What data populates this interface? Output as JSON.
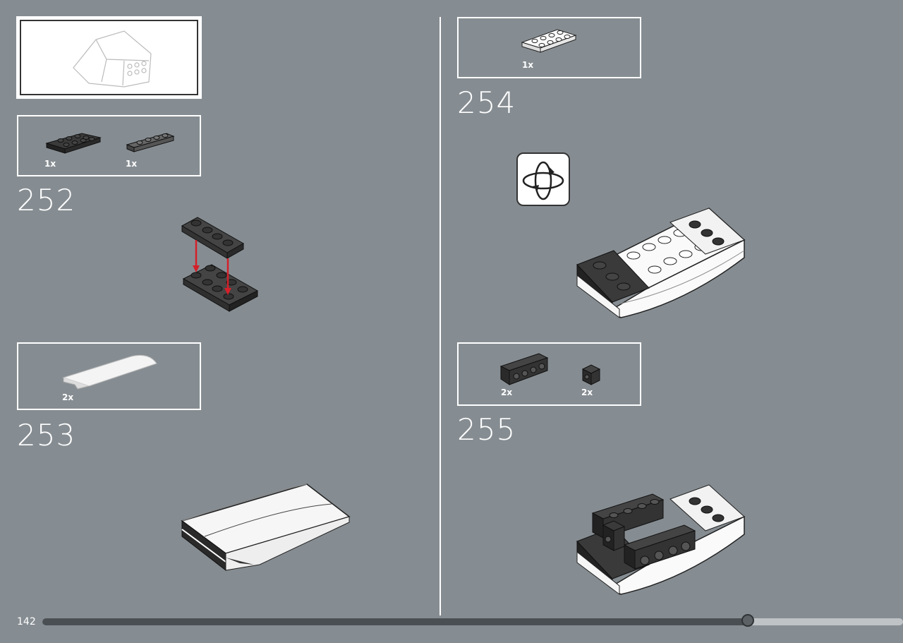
{
  "steps": [
    {
      "number": "252",
      "parts": [
        {
          "qty": "1x",
          "icon": "plate-2x4-black"
        },
        {
          "qty": "1x",
          "icon": "plate-1x4-dark-gray"
        }
      ]
    },
    {
      "number": "253",
      "parts": [
        {
          "qty": "2x",
          "icon": "curved-slope-white"
        }
      ]
    },
    {
      "number": "254",
      "parts": [
        {
          "qty": "1x",
          "icon": "plate-2x4-white"
        }
      ]
    },
    {
      "number": "255",
      "parts": [
        {
          "qty": "2x",
          "icon": "brick-1x4-studs-side-black"
        },
        {
          "qty": "2x",
          "icon": "brick-1x1-stud-side-black"
        }
      ]
    }
  ],
  "footer": {
    "page_number": "142",
    "progress": 0.82
  },
  "colors": {
    "background": "#868d92",
    "arrow": "#d4202a"
  }
}
